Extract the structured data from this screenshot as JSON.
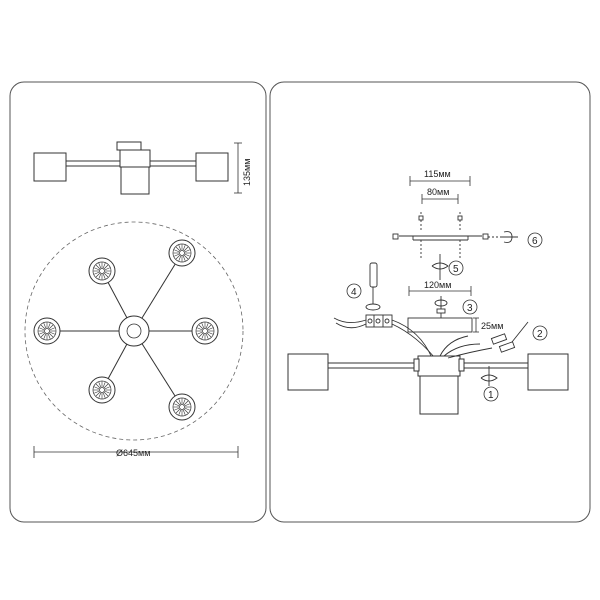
{
  "left_panel": {
    "height_label": "135мм",
    "diameter_label": "Ø645мм",
    "arm_count": 6
  },
  "right_panel": {
    "width_label_115": "115мм",
    "width_label_80": "80мм",
    "width_label_120": "120мм",
    "depth_label_25": "25мм",
    "steps": [
      "1",
      "2",
      "3",
      "4",
      "5",
      "6"
    ]
  },
  "colors": {
    "stroke": "#333333",
    "panel_border": "#555555",
    "light_fill": "#ffffff"
  }
}
